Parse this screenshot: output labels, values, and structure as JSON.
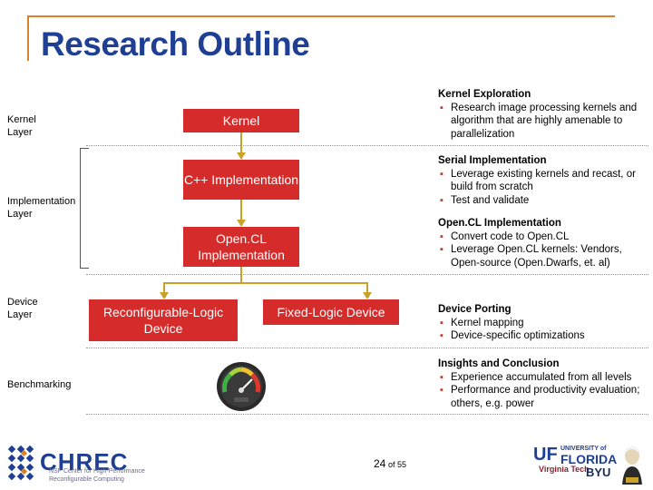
{
  "slide": {
    "title": "Research Outline",
    "page_number": "24",
    "page_of": "of 55"
  },
  "layers": {
    "kernel": "Kernel Layer",
    "implementation": "Implementation Layer",
    "device": "Device Layer",
    "benchmarking": "Benchmarking"
  },
  "boxes": {
    "kernel": "Kernel",
    "cpp": "C++ Implementation",
    "opencl": "Open.CL Implementation",
    "reconfig": "Reconfigurable-Logic Device",
    "fixed": "Fixed-Logic Device"
  },
  "sections": [
    {
      "title": "Kernel Exploration",
      "bullets": [
        "Research image processing kernels and algorithm that are highly amenable to parallelization"
      ]
    },
    {
      "title": "Serial Implementation",
      "bullets": [
        "Leverage existing kernels and recast, or build from scratch",
        "Test and validate"
      ]
    },
    {
      "title": "Open.CL Implementation",
      "bullets": [
        "Convert code to Open.CL",
        "Leverage Open.CL kernels: Vendors, Open-source (Open.Dwarfs, et. al)"
      ]
    },
    {
      "title": "Device Porting",
      "bullets": [
        "Kernel mapping",
        "Device-specific optimizations"
      ]
    },
    {
      "title": "Insights and Conclusion",
      "bullets": [
        "Experience accumulated from all levels",
        "Performance and productivity evaluation; others, e.g. power"
      ]
    }
  ],
  "logos": {
    "chrec": "CHREC",
    "chrec_sub1": "NSF Center for High-Performance",
    "chrec_sub2": "Reconfigurable Computing",
    "uf": "UF",
    "uf_university": "UNIVERSITY of",
    "uf_florida": "FLORIDA",
    "vt": "Virginia Tech",
    "byu": "BYU"
  },
  "colors": {
    "title": "#1f3f94",
    "box": "#d62b2b",
    "arrow": "#c9a227",
    "accent": "#d9822b"
  }
}
